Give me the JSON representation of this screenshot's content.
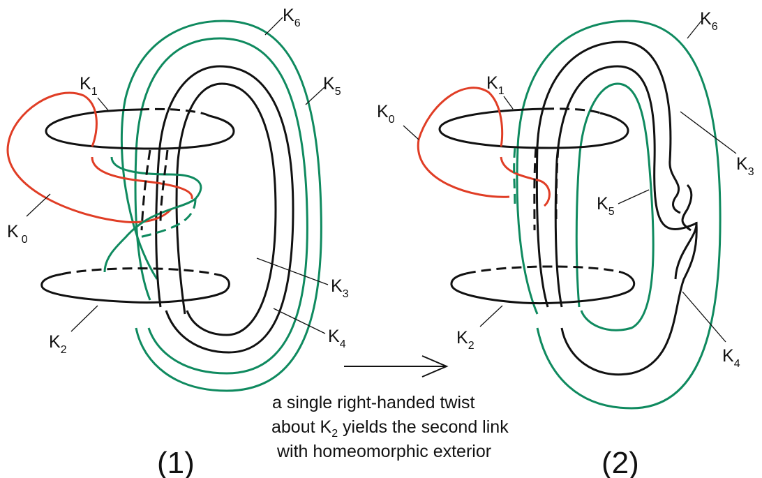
{
  "colors": {
    "red_knot": "#e03d25",
    "green_knot": "#0f8a5f",
    "black_knot": "#111111"
  },
  "diagram1": {
    "panel_label": "(1)",
    "labels": {
      "k0": {
        "base": "K",
        "sub": "0"
      },
      "k1": {
        "base": "K",
        "sub": "1"
      },
      "k2": {
        "base": "K",
        "sub": "2"
      },
      "k3": {
        "base": "K",
        "sub": "3"
      },
      "k4": {
        "base": "K",
        "sub": "4"
      },
      "k5": {
        "base": "K",
        "sub": "5"
      },
      "k6": {
        "base": "K",
        "sub": "6"
      }
    }
  },
  "diagram2": {
    "panel_label": "(2)",
    "labels": {
      "k0": {
        "base": "K",
        "sub": "0"
      },
      "k1": {
        "base": "K",
        "sub": "1"
      },
      "k2": {
        "base": "K",
        "sub": "2"
      },
      "k3": {
        "base": "K",
        "sub": "3"
      },
      "k4": {
        "base": "K",
        "sub": "4"
      },
      "k5": {
        "base": "K",
        "sub": "5"
      },
      "k6": {
        "base": "K",
        "sub": "6"
      }
    }
  },
  "caption": {
    "line1": "a single right-handed twist",
    "line2_pre": "about ",
    "line2_k": "K",
    "line2_sub": "2",
    "line2_post": " yields the second link",
    "line3": "with homeomorphic exterior"
  }
}
